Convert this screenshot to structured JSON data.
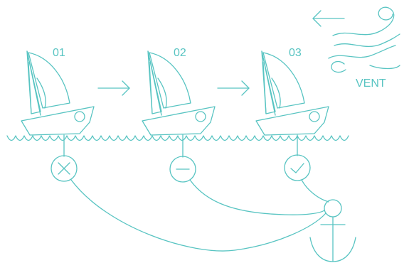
{
  "colors": {
    "line": "#58c4c2",
    "background": "#ffffff"
  },
  "steps": [
    {
      "number": "01",
      "status": "cross-icon"
    },
    {
      "number": "02",
      "status": "minus-icon"
    },
    {
      "number": "03",
      "status": "check-icon"
    }
  ],
  "wind": {
    "label": "VENT",
    "icon": "wind-icon"
  },
  "anchor": {
    "icon": "anchor-icon"
  }
}
